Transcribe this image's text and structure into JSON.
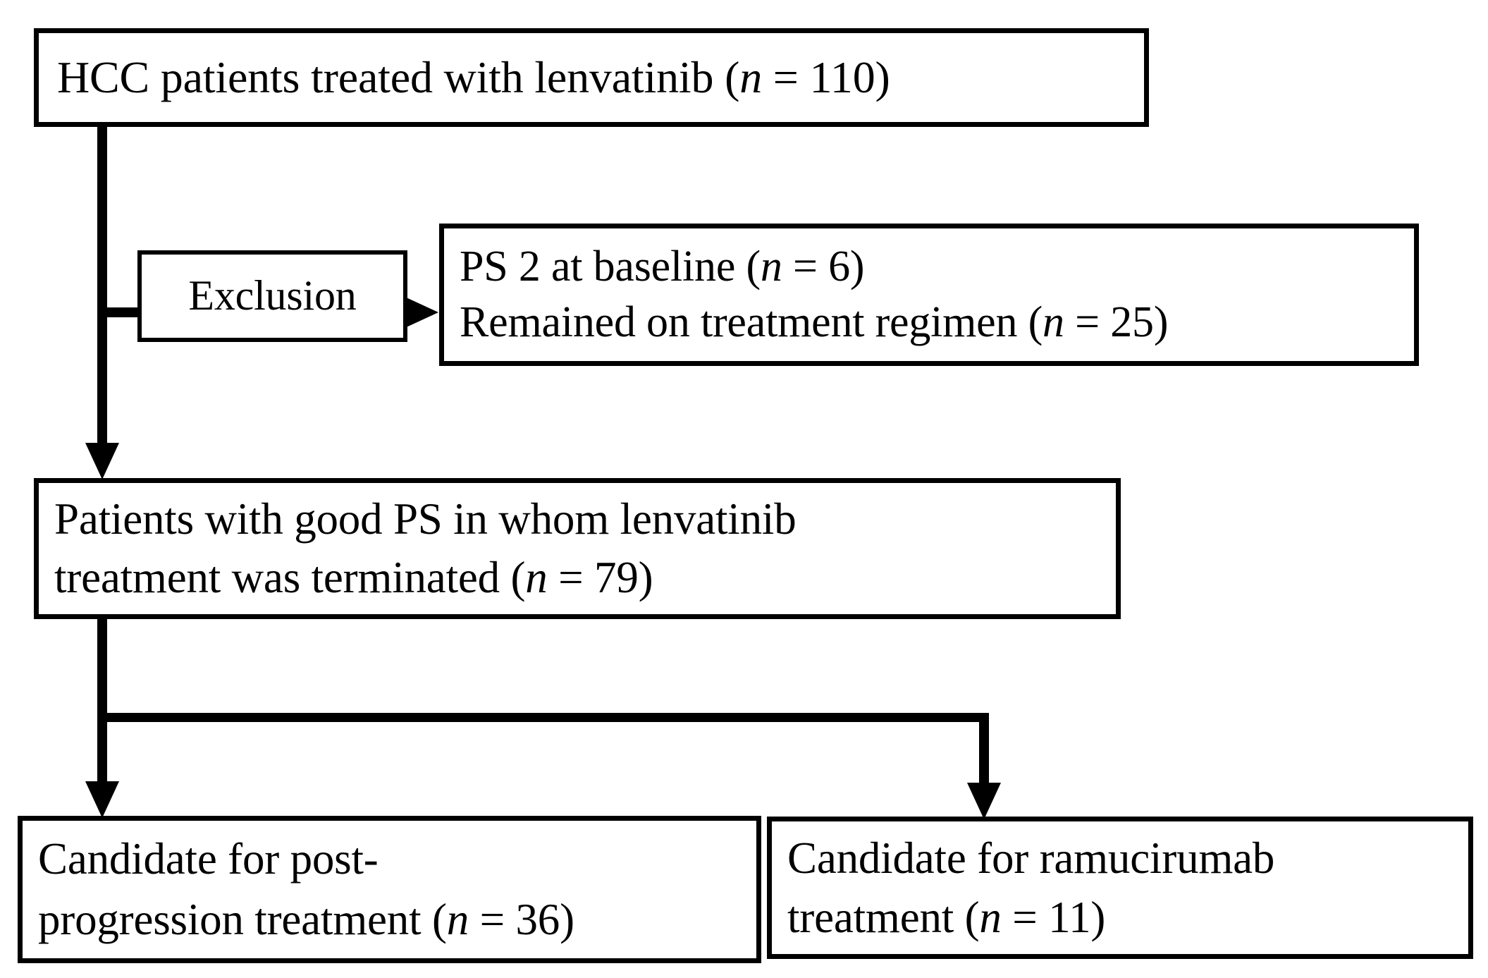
{
  "diagram": {
    "title": "HCC lenvatinib patient flow",
    "type": "flowchart",
    "background_color": "#ffffff",
    "stroke_color": "#000000",
    "nodes": [
      {
        "id": "enrolled",
        "lines": [
          "HCC patients treated with lenvatinib  (n = 110)"
        ],
        "n": 110
      },
      {
        "id": "exclusion_label",
        "lines": [
          "Exclusion"
        ]
      },
      {
        "id": "exclusion_detail",
        "lines": [
          "PS 2 at baseline (n = 6)",
          "Remained on treatment regimen (n = 25)"
        ],
        "n": [
          6,
          25
        ]
      },
      {
        "id": "good_ps",
        "lines": [
          "Patients with good PS in whom lenvatinib",
          "treatment was terminated (n = 79)"
        ],
        "n": 79
      },
      {
        "id": "post_progression",
        "lines": [
          "Candidate for post-",
          "progression treatment (n = 36)"
        ],
        "n": 36
      },
      {
        "id": "ramucirumab",
        "lines": [
          "Candidate for ramucirumab",
          "treatment (n = 11)"
        ],
        "n": 11
      }
    ],
    "text": {
      "enrolled_l1_a": "HCC patients treated with lenvatinib  (",
      "enrolled_l1_n": "n",
      "enrolled_l1_b": " = 110)",
      "exclusion_label": "Exclusion",
      "excl_l1_a": "PS 2 at baseline (",
      "excl_l1_n": "n",
      "excl_l1_b": " = 6)",
      "excl_l2_a": "Remained on treatment regimen (",
      "excl_l2_n": "n",
      "excl_l2_b": " = 25)",
      "goodps_l1": "Patients with good PS in whom lenvatinib",
      "goodps_l2_a": "treatment was terminated (",
      "goodps_l2_n": "n",
      "goodps_l2_b": " = 79)",
      "post_l1": "Candidate for post-",
      "post_l2_a": "progression treatment (",
      "post_l2_n": "n",
      "post_l2_b": " = 36)",
      "ramu_l1": "Candidate for ramucirumab",
      "ramu_l2_a": "treatment (",
      "ramu_l2_n": "n",
      "ramu_l2_b": " = 11)"
    },
    "edges": [
      {
        "from": "enrolled",
        "to": "good_ps",
        "style": "arrow-down"
      },
      {
        "from": "enrolled",
        "to": "exclusion_detail",
        "style": "arrow-right",
        "label": "Exclusion"
      },
      {
        "from": "good_ps",
        "to": "post_progression",
        "style": "arrow-down"
      },
      {
        "from": "good_ps",
        "to": "ramucirumab",
        "style": "arrow-down-elbow"
      }
    ]
  }
}
